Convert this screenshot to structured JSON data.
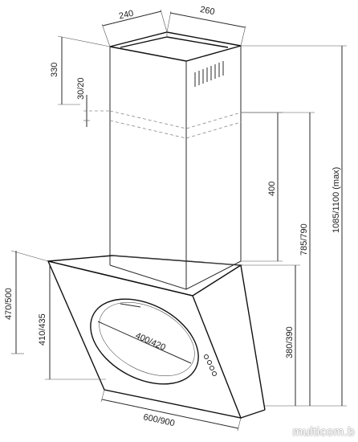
{
  "dimensions": {
    "top_depth": "240",
    "top_width": "260",
    "chimney_height": "330",
    "overlap": "30/20",
    "extension": "400",
    "total_height": "1085/1100 (max)",
    "mid_height": "785/790",
    "lower_height": "380/390",
    "hood_height": "470/500",
    "inner_height": "410/435",
    "glass_panel": "400/420",
    "width": "600/900"
  },
  "watermark": "multicom.b"
}
